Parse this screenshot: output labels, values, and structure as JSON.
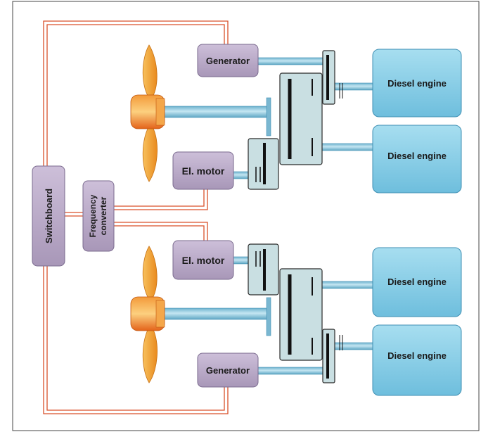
{
  "labels": {
    "switchboard": "Switchboard",
    "frequency_converter_line1": "Frequency",
    "frequency_converter_line2": "converter",
    "generator_top": "Generator",
    "generator_bottom": "Generator",
    "el_motor_top": "El. motor",
    "el_motor_bottom": "El. motor",
    "diesel_engine_1": "Diesel engine",
    "diesel_engine_2": "Diesel engine",
    "diesel_engine_3": "Diesel engine",
    "diesel_engine_4": "Diesel engine"
  },
  "colors": {
    "purple_box": "#b6a6c4",
    "blue_box": "#8ccfe6",
    "cable": "#d9502a",
    "shaft": "#8cc3da",
    "gearbox": "#c9dfe2",
    "propeller_blade": "#f3a43a",
    "propeller_hub": "#f07a1a"
  }
}
